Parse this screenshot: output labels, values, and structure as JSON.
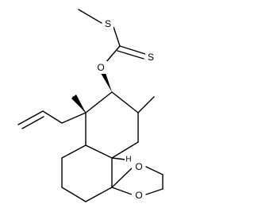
{
  "molecule": {
    "atoms": {
      "thioether_s": "S",
      "thione_s": "S",
      "ester_o": "O",
      "dioxolane_o_upper": "O",
      "dioxolane_o_lower": "O",
      "ring_junction_h": "H"
    }
  }
}
